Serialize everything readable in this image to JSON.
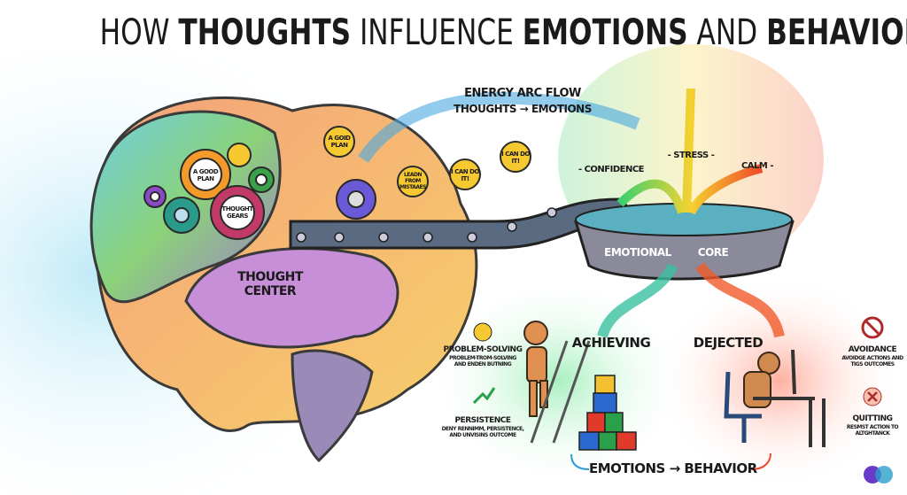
{
  "title": {
    "part1": "HOW ",
    "bold1": "THOUGHTS",
    "part2": " INFLUENCE ",
    "bold2": "EMOTIONS",
    "part3": " AND ",
    "bold3": "BEHAVIOR"
  },
  "brain": {
    "gear_labels": [
      "A GOOD PLAN",
      "THOUGHT GEARS"
    ],
    "center_label": "THOUGHT CENTER"
  },
  "conveyor": {
    "bulbs": [
      "A GOID PLAN",
      "LEADN FROM MISTAAES",
      "I CAN DO IT!",
      "I CAN DO IT!"
    ]
  },
  "flow": {
    "title": "ENERGY ARC FLOW",
    "subtitle": "THOUGHTS → EMOTIONS"
  },
  "emotions": {
    "confidence": "- CONFIDENCE",
    "stress": "- STRESS -",
    "calm": "CALM -",
    "core_left": "EMOTIONAL",
    "core_right": "CORE"
  },
  "behaviors": {
    "achieving": "ACHIEVING",
    "dejected": "DEJECTED",
    "left": [
      {
        "title": "PROBLEM-SOLVING",
        "desc": "PROBLEM-TROM-SOLVING AND ENDEN BUTNING"
      },
      {
        "title": "PERSISTENCE",
        "desc": "DENY RENNIMM, PERSISTENCE, AND UNVISINS OUTCOME"
      }
    ],
    "right": [
      {
        "title": "AVOIDANCE",
        "desc": "AVOIDGE ACTIONS AND TIGS OUTCOMES"
      },
      {
        "title": "QUITTING",
        "desc": "RESMST ACTION TO ALTGHTANCK"
      }
    ],
    "footer": "EMOTIONS → BEHAVIOR"
  },
  "colors": {
    "accent_blue": "#2a9ad8",
    "accent_red": "#ee4a2c",
    "bulb": "#f7c930",
    "green": "#38c56a"
  }
}
